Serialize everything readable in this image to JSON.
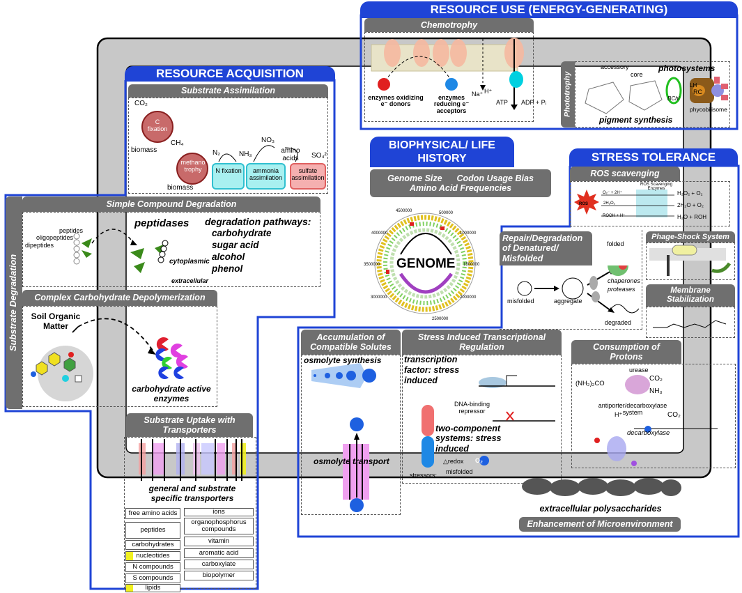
{
  "resource_use": {
    "title": "RESOURCE USE (ENERGY-GENERATING)",
    "chemotrophy": {
      "header": "Chemotrophy",
      "oxidizing": "enzymes oxidizing e⁻ donors",
      "reducing": "enzymes reducing e⁻ acceptors",
      "na": "Na⁺",
      "h": "H⁺",
      "atp": "ATP",
      "adp": "ADP + Pᵢ"
    },
    "phototrophy": {
      "header": "Phototrophy",
      "accessory": "accessory",
      "core": "core",
      "photosystems": "photosystems",
      "bchl": "BChl",
      "lh": "LH",
      "rc": "RC",
      "phycobilisome": "phycobilisome",
      "pigment": "pigment synthesis"
    }
  },
  "resource_acquisition": {
    "title": "RESOURCE ACQUISITION",
    "substrate_assimilation": {
      "header": "Substrate Assimilation",
      "co2": "CO₂",
      "c_fixation": "C fixation",
      "biomass1": "biomass",
      "ch4": "CH₄",
      "methanotrophy": "methano trophy",
      "biomass2": "biomass",
      "n2": "N₂",
      "nh3": "NH₃",
      "no3": "NO₃",
      "amino_acids": "amino acids",
      "so4": "SO₄²",
      "n_fixation": "N fixation",
      "ammonia": "ammonia assimilation",
      "sulfate": "sulfate assimilation"
    }
  },
  "substrate_degradation": {
    "side_label": "Substrate Degradation",
    "simple": {
      "header": "Simple Compound Degradation",
      "peptides": "peptides",
      "oligopeptides": "oligopeptides",
      "dipeptides": "dipeptides",
      "peptidases": "peptidases",
      "cytoplasmic": "cytoplasmic",
      "extracellular": "extracellular",
      "pathways_title": "degradation pathways:",
      "pathways": [
        "carbohydrate",
        "sugar acid",
        "alcohol",
        "phenol"
      ]
    },
    "complex": {
      "header": "Complex Carbohydrate Depolymerization",
      "som": "Soil Organic Matter",
      "cazymes": "carbohydrate active enzymes"
    }
  },
  "uptake": {
    "header": "Substrate Uptake with Transporters",
    "subtitle": "general and substrate specific transporters",
    "left": [
      "free amino acids",
      "peptides",
      "carbohydrates",
      "nucleotides",
      "N compounds",
      "S compounds",
      "lipids"
    ],
    "right": [
      "ions",
      "organophosphorus compounds",
      "vitamin",
      "aromatic acid",
      "carboxylate",
      "biopolymer"
    ]
  },
  "biophysical": {
    "title": "BIOPHYSICAL/ LIFE HISTORY",
    "line1a": "Genome Size",
    "line1b": "Codon Usage Bias",
    "line2": "Amino Acid Frequencies",
    "genome": "GENOME",
    "ticks": [
      "4500000",
      "500000",
      "4000000",
      "1000000",
      "3500000",
      "1500000",
      "3000000",
      "2000000",
      "2500000"
    ]
  },
  "stress": {
    "title": "STRESS TOLERANCE",
    "ros": {
      "header": "ROS scavenging",
      "ros_label": "ROS",
      "enzymes": "ROS Scavenging Enzymes",
      "r1": "O₂⁻ + 2H⁺",
      "r1p": "H₂O₂ + O₂",
      "r2": "2H₂O₂",
      "r2p": "2H₂O + O₂",
      "r3": "ROOH + H⁺",
      "r3p": "H₂O + ROH"
    },
    "repair": {
      "header": "Repair/Degradation of Denatured/ Misfolded",
      "folded": "folded",
      "chaperones": "chaperones",
      "proteases": "proteases",
      "misfolded": "misfolded",
      "aggregate": "aggregate",
      "degraded": "degraded"
    },
    "phage": {
      "header": "Phage-Shock System"
    },
    "membrane": {
      "header": "Membrane Stabilization"
    },
    "solutes": {
      "header": "Accumulation of Compatible Solutes",
      "synthesis": "osmolyte synthesis",
      "transport": "osmolyte transport"
    },
    "transcription": {
      "header": "Stress Induced Transcriptional Regulation",
      "tf": "transcription factor: stress induced",
      "dna_binding": "DNA-binding repressor",
      "two_component": "two-component systems: stress induced",
      "stressors": "stressors:",
      "redox": "△redox",
      "misfolded": "misfolded",
      "o2": "O₂"
    },
    "protons": {
      "header": "Consumption of Protons",
      "urease": "urease",
      "nh2co": "(NH₂)₂CO",
      "co2": "CO₂",
      "nh3": "NH₃",
      "antiporter": "antiporter/decarboxylase system",
      "h": "H⁺",
      "co2b": "CO₂",
      "decarboxylase": "decarboxylase"
    },
    "eps": {
      "label": "extracellular polysaccharides",
      "header": "Enhancement of Microenvironment"
    }
  }
}
